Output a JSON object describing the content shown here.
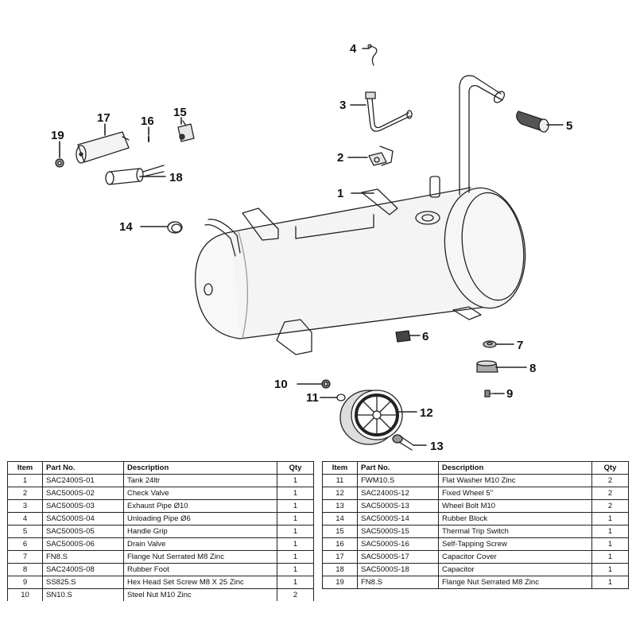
{
  "callouts": [
    {
      "num": "1",
      "part": "Tank 24ltr"
    },
    {
      "num": "2",
      "part": "Check Valve"
    },
    {
      "num": "3",
      "part": "Exhaust Pipe Ø10"
    },
    {
      "num": "4",
      "part": "Unloading Pipe Ø6"
    },
    {
      "num": "5",
      "part": "Handle Grip"
    },
    {
      "num": "6",
      "part": "Drain Valve"
    },
    {
      "num": "7",
      "part": "Flange Nut Serrated M8 Zinc"
    },
    {
      "num": "8",
      "part": "Rubber Foot"
    },
    {
      "num": "9",
      "part": "Hex Head Set Screw M8 X 25 Zinc"
    },
    {
      "num": "10",
      "part": "Steel Nut M10 Zinc"
    },
    {
      "num": "11",
      "part": "Flat Washer M10 Zinc"
    },
    {
      "num": "12",
      "part": "Fixed Wheel 5\""
    },
    {
      "num": "13",
      "part": "Wheel Bolt M10"
    },
    {
      "num": "14",
      "part": "Rubber Block"
    },
    {
      "num": "15",
      "part": "Thermal Trip Switch"
    },
    {
      "num": "16",
      "part": "Self-Tapping Screw"
    },
    {
      "num": "17",
      "part": "Capacitor Cover"
    },
    {
      "num": "18",
      "part": "Capacitor"
    },
    {
      "num": "19",
      "part": "Flange Nut Serrated M8 Zinc"
    }
  ],
  "table": {
    "headers": {
      "item": "Item",
      "part_no": "Part No.",
      "description": "Description",
      "qty": "Qty"
    },
    "left_rows": [
      {
        "item": "1",
        "part_no": "SAC2400S-01",
        "description": "Tank 24ltr",
        "qty": "1"
      },
      {
        "item": "2",
        "part_no": "SAC5000S-02",
        "description": "Check Valve",
        "qty": "1"
      },
      {
        "item": "3",
        "part_no": "SAC5000S-03",
        "description": "Exhaust Pipe Ø10",
        "qty": "1"
      },
      {
        "item": "4",
        "part_no": "SAC5000S-04",
        "description": "Unloading Pipe Ø6",
        "qty": "1"
      },
      {
        "item": "5",
        "part_no": "SAC5000S-05",
        "description": "Handle Grip",
        "qty": "1"
      },
      {
        "item": "6",
        "part_no": "SAC5000S-06",
        "description": "Drain Valve",
        "qty": "1"
      },
      {
        "item": "7",
        "part_no": "FN8.S",
        "description": "Flange Nut Serrated M8 Zinc",
        "qty": "1"
      },
      {
        "item": "8",
        "part_no": "SAC2400S-08",
        "description": "Rubber Foot",
        "qty": "1"
      },
      {
        "item": "9",
        "part_no": "SS825.S",
        "description": "Hex Head Set Screw M8 X 25 Zinc",
        "qty": "1"
      },
      {
        "item": "10",
        "part_no": "SN10.S",
        "description": "Steel Nut M10 Zinc",
        "qty": "2"
      }
    ],
    "right_rows": [
      {
        "item": "11",
        "part_no": "FWM10.S",
        "description": "Flat Washer M10 Zinc",
        "qty": "2"
      },
      {
        "item": "12",
        "part_no": "SAC2400S-12",
        "description": "Fixed Wheel 5\"",
        "qty": "2"
      },
      {
        "item": "13",
        "part_no": "SAC5000S-13",
        "description": "Wheel Bolt M10",
        "qty": "2"
      },
      {
        "item": "14",
        "part_no": "SAC5000S-14",
        "description": "Rubber Block",
        "qty": "1"
      },
      {
        "item": "15",
        "part_no": "SAC5000S-15",
        "description": "Thermal Trip Switch",
        "qty": "1"
      },
      {
        "item": "16",
        "part_no": "SAC5000S-16",
        "description": "Self-Tapping Screw",
        "qty": "1"
      },
      {
        "item": "17",
        "part_no": "SAC5000S-17",
        "description": "Capacitor Cover",
        "qty": "1"
      },
      {
        "item": "18",
        "part_no": "SAC5000S-18",
        "description": "Capacitor",
        "qty": "1"
      },
      {
        "item": "19",
        "part_no": "FN8.S",
        "description": "Flange Nut Serrated M8 Zinc",
        "qty": "1"
      }
    ]
  }
}
